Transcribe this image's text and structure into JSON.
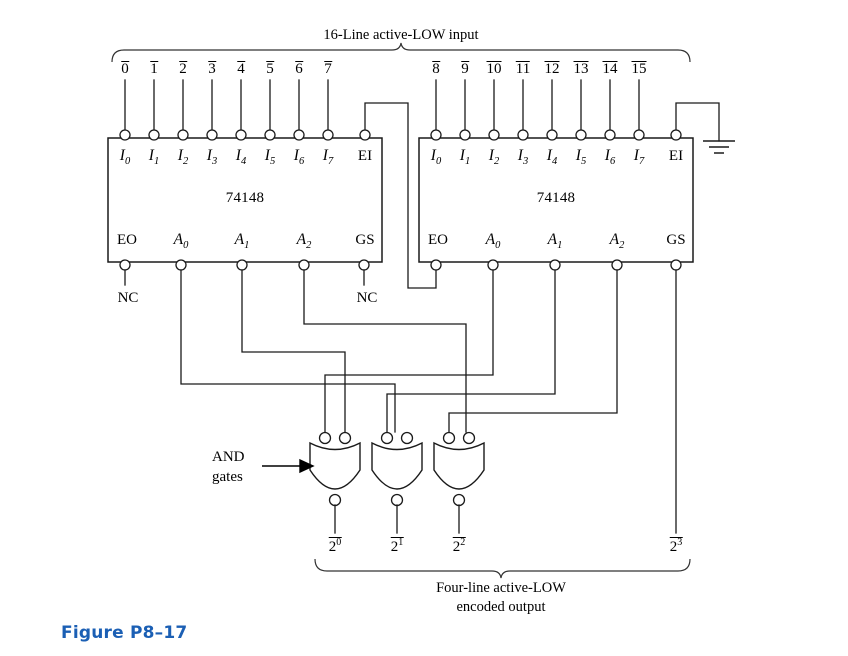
{
  "figure": {
    "caption": "Figure P8–17",
    "caption_color": "#1b5fb4"
  },
  "diagram": {
    "type": "logic-circuit-schematic",
    "title_top": "16-Line active-LOW input",
    "title_bottom_line1": "Four-line active-LOW",
    "title_bottom_line2": "encoded output",
    "and_gates_label_line1": "AND",
    "and_gates_label_line2": "gates",
    "nc_label": "NC",
    "ground_symbol": "ground-icon"
  },
  "inputs": {
    "note": "all input line numbers are drawn with an overbar (active-LOW)",
    "labels": [
      "0",
      "1",
      "2",
      "3",
      "4",
      "5",
      "6",
      "7",
      "8",
      "9",
      "10",
      "11",
      "12",
      "13",
      "14",
      "15"
    ]
  },
  "chips": [
    {
      "id": "left",
      "part_number": "74148",
      "top_pins": [
        {
          "name": "I0",
          "text": "I",
          "sub": "0"
        },
        {
          "name": "I1",
          "text": "I",
          "sub": "1"
        },
        {
          "name": "I2",
          "text": "I",
          "sub": "2"
        },
        {
          "name": "I3",
          "text": "I",
          "sub": "3"
        },
        {
          "name": "I4",
          "text": "I",
          "sub": "4"
        },
        {
          "name": "I5",
          "text": "I",
          "sub": "5"
        },
        {
          "name": "I6",
          "text": "I",
          "sub": "6"
        },
        {
          "name": "I7",
          "text": "I",
          "sub": "7"
        },
        {
          "name": "EI",
          "text": "EI",
          "sub": ""
        }
      ],
      "bottom_pins": [
        {
          "name": "EO",
          "text": "EO",
          "sub": ""
        },
        {
          "name": "A0",
          "text": "A",
          "sub": "0"
        },
        {
          "name": "A1",
          "text": "A",
          "sub": "1"
        },
        {
          "name": "A2",
          "text": "A",
          "sub": "2"
        },
        {
          "name": "GS",
          "text": "GS",
          "sub": ""
        }
      ]
    },
    {
      "id": "right",
      "part_number": "74148",
      "top_pins": [
        {
          "name": "I0",
          "text": "I",
          "sub": "0"
        },
        {
          "name": "I1",
          "text": "I",
          "sub": "1"
        },
        {
          "name": "I2",
          "text": "I",
          "sub": "2"
        },
        {
          "name": "I3",
          "text": "I",
          "sub": "3"
        },
        {
          "name": "I4",
          "text": "I",
          "sub": "4"
        },
        {
          "name": "I5",
          "text": "I",
          "sub": "5"
        },
        {
          "name": "I6",
          "text": "I",
          "sub": "6"
        },
        {
          "name": "I7",
          "text": "I",
          "sub": "7"
        },
        {
          "name": "EI",
          "text": "EI",
          "sub": ""
        }
      ],
      "bottom_pins": [
        {
          "name": "EO",
          "text": "EO",
          "sub": ""
        },
        {
          "name": "A0",
          "text": "A",
          "sub": "0"
        },
        {
          "name": "A1",
          "text": "A",
          "sub": "1"
        },
        {
          "name": "A2",
          "text": "A",
          "sub": "2"
        },
        {
          "name": "GS",
          "text": "GS",
          "sub": ""
        }
      ]
    }
  ],
  "gates": [
    {
      "name": "and-gate-1",
      "output_base": "2",
      "output_exp": "0"
    },
    {
      "name": "and-gate-2",
      "output_base": "2",
      "output_exp": "1"
    },
    {
      "name": "and-gate-3",
      "output_base": "2",
      "output_exp": "2"
    }
  ],
  "outputs": [
    {
      "base": "2",
      "exp": "0"
    },
    {
      "base": "2",
      "exp": "1"
    },
    {
      "base": "2",
      "exp": "2"
    },
    {
      "base": "2",
      "exp": "3"
    }
  ],
  "nc_markers": [
    "NC",
    "NC"
  ],
  "colors": {
    "wire": "#1a1a1a",
    "text": "#000000",
    "background": "#ffffff",
    "figure_label": "#1b5fb4"
  }
}
